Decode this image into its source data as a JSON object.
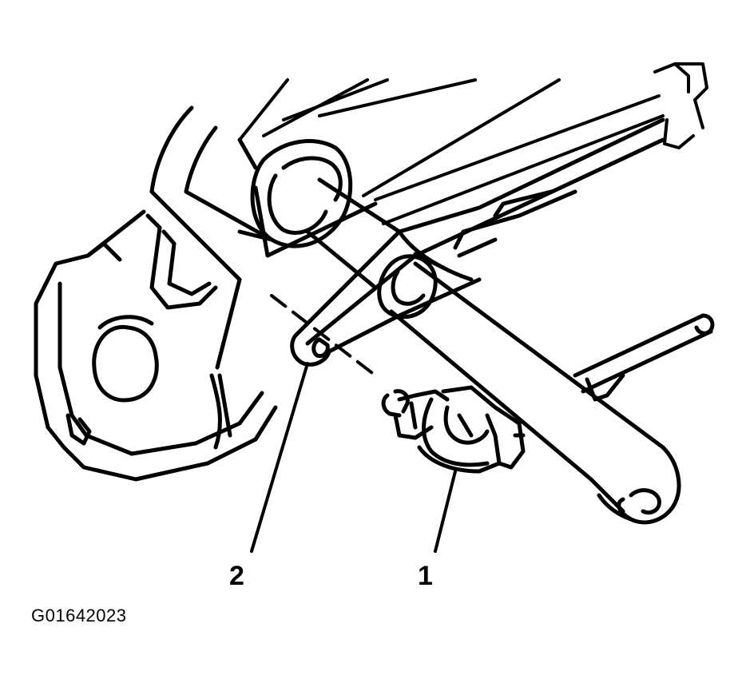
{
  "callouts": {
    "one": "1",
    "two": "2"
  },
  "figure_id": "G01642023",
  "colors": {
    "line": "#000000",
    "background": "#ffffff"
  }
}
